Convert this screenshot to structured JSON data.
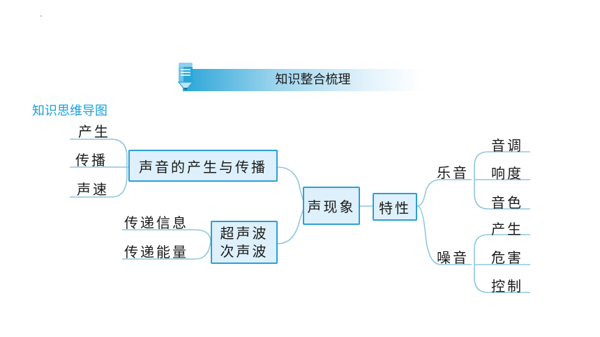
{
  "header": {
    "title": "知识整合梳理"
  },
  "subtitle": "知识思维导图",
  "mindmap": {
    "center": "声现象",
    "branch_production": {
      "label": "声音的产生与传播",
      "leaves": [
        "产生",
        "传播",
        "声速"
      ]
    },
    "branch_ultrasound": {
      "label_line1": "超声波",
      "label_line2": "次声波",
      "leaves": [
        "传递信息",
        "传递能量"
      ]
    },
    "branch_traits": {
      "label": "特性",
      "music": {
        "label": "乐音",
        "leaves": [
          "音调",
          "响度",
          "音色"
        ]
      },
      "noise": {
        "label": "噪音",
        "leaves": [
          "产生",
          "危害",
          "控制"
        ]
      }
    }
  },
  "colors": {
    "accent": "#2b9fd6",
    "box_fill": "#ddf0fb",
    "subtitle": "#1aa0dc",
    "line": "#8fc6de"
  }
}
